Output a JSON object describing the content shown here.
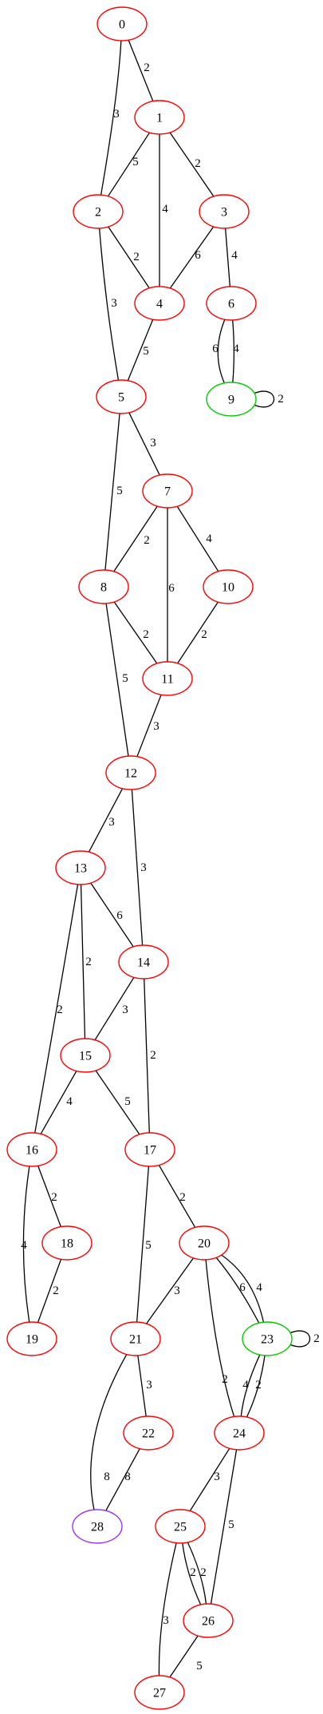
{
  "graph": {
    "colors": {
      "default": "#ff0000",
      "green": "#00cc00",
      "purple": "#9933ff",
      "edge": "#000000"
    },
    "nodes": [
      {
        "id": "0",
        "label": "0",
        "color": "#ff0000"
      },
      {
        "id": "1",
        "label": "1",
        "color": "#ff0000"
      },
      {
        "id": "2",
        "label": "2",
        "color": "#ff0000"
      },
      {
        "id": "3",
        "label": "3",
        "color": "#ff0000"
      },
      {
        "id": "4",
        "label": "4",
        "color": "#ff0000"
      },
      {
        "id": "5",
        "label": "5",
        "color": "#ff0000"
      },
      {
        "id": "6",
        "label": "6",
        "color": "#ff0000"
      },
      {
        "id": "7",
        "label": "7",
        "color": "#ff0000"
      },
      {
        "id": "8",
        "label": "8",
        "color": "#ff0000"
      },
      {
        "id": "9",
        "label": "9",
        "color": "#00cc00"
      },
      {
        "id": "10",
        "label": "10",
        "color": "#ff0000"
      },
      {
        "id": "11",
        "label": "11",
        "color": "#ff0000"
      },
      {
        "id": "12",
        "label": "12",
        "color": "#ff0000"
      },
      {
        "id": "13",
        "label": "13",
        "color": "#ff0000"
      },
      {
        "id": "14",
        "label": "14",
        "color": "#ff0000"
      },
      {
        "id": "15",
        "label": "15",
        "color": "#ff0000"
      },
      {
        "id": "16",
        "label": "16",
        "color": "#ff0000"
      },
      {
        "id": "17",
        "label": "17",
        "color": "#ff0000"
      },
      {
        "id": "18",
        "label": "18",
        "color": "#ff0000"
      },
      {
        "id": "19",
        "label": "19",
        "color": "#ff0000"
      },
      {
        "id": "20",
        "label": "20",
        "color": "#ff0000"
      },
      {
        "id": "21",
        "label": "21",
        "color": "#ff0000"
      },
      {
        "id": "22",
        "label": "22",
        "color": "#ff0000"
      },
      {
        "id": "23",
        "label": "23",
        "color": "#00cc00"
      },
      {
        "id": "24",
        "label": "24",
        "color": "#ff0000"
      },
      {
        "id": "25",
        "label": "25",
        "color": "#ff0000"
      },
      {
        "id": "26",
        "label": "26",
        "color": "#ff0000"
      },
      {
        "id": "27",
        "label": "27",
        "color": "#ff0000"
      },
      {
        "id": "28",
        "label": "28",
        "color": "#9933ff"
      }
    ],
    "edges": [
      {
        "from": "0",
        "to": "1",
        "weight": "2"
      },
      {
        "from": "0",
        "to": "2",
        "weight": "3"
      },
      {
        "from": "1",
        "to": "2",
        "weight": "5"
      },
      {
        "from": "1",
        "to": "3",
        "weight": "2"
      },
      {
        "from": "1",
        "to": "4",
        "weight": "4"
      },
      {
        "from": "2",
        "to": "4",
        "weight": "2"
      },
      {
        "from": "2",
        "to": "5",
        "weight": "3"
      },
      {
        "from": "3",
        "to": "4",
        "weight": "6"
      },
      {
        "from": "3",
        "to": "6",
        "weight": "4"
      },
      {
        "from": "4",
        "to": "5",
        "weight": "5"
      },
      {
        "from": "6",
        "to": "9",
        "weight": "6"
      },
      {
        "from": "6",
        "to": "9",
        "weight": "4"
      },
      {
        "from": "9",
        "to": "9",
        "weight": "2"
      },
      {
        "from": "5",
        "to": "7",
        "weight": "3"
      },
      {
        "from": "5",
        "to": "8",
        "weight": "5"
      },
      {
        "from": "7",
        "to": "8",
        "weight": "2"
      },
      {
        "from": "7",
        "to": "10",
        "weight": "4"
      },
      {
        "from": "7",
        "to": "11",
        "weight": "6"
      },
      {
        "from": "8",
        "to": "11",
        "weight": "2"
      },
      {
        "from": "8",
        "to": "12",
        "weight": "5"
      },
      {
        "from": "10",
        "to": "11",
        "weight": "2"
      },
      {
        "from": "11",
        "to": "12",
        "weight": "3"
      },
      {
        "from": "12",
        "to": "13",
        "weight": "3"
      },
      {
        "from": "12",
        "to": "14",
        "weight": "3"
      },
      {
        "from": "13",
        "to": "14",
        "weight": "6"
      },
      {
        "from": "13",
        "to": "15",
        "weight": "2"
      },
      {
        "from": "13",
        "to": "16",
        "weight": "2"
      },
      {
        "from": "14",
        "to": "15",
        "weight": "3"
      },
      {
        "from": "14",
        "to": "17",
        "weight": "2"
      },
      {
        "from": "15",
        "to": "16",
        "weight": "4"
      },
      {
        "from": "15",
        "to": "17",
        "weight": "5"
      },
      {
        "from": "16",
        "to": "18",
        "weight": "2"
      },
      {
        "from": "16",
        "to": "19",
        "weight": "4"
      },
      {
        "from": "18",
        "to": "19",
        "weight": "2"
      },
      {
        "from": "17",
        "to": "20",
        "weight": "2"
      },
      {
        "from": "17",
        "to": "21",
        "weight": "5"
      },
      {
        "from": "20",
        "to": "21",
        "weight": "3"
      },
      {
        "from": "20",
        "to": "23",
        "weight": "6"
      },
      {
        "from": "20",
        "to": "23",
        "weight": "4"
      },
      {
        "from": "20",
        "to": "24",
        "weight": "2"
      },
      {
        "from": "23",
        "to": "23",
        "weight": "2"
      },
      {
        "from": "23",
        "to": "24",
        "weight": "4"
      },
      {
        "from": "23",
        "to": "24",
        "weight": "2"
      },
      {
        "from": "21",
        "to": "22",
        "weight": "3"
      },
      {
        "from": "21",
        "to": "28",
        "weight": "8"
      },
      {
        "from": "22",
        "to": "28",
        "weight": "8"
      },
      {
        "from": "24",
        "to": "25",
        "weight": "3"
      },
      {
        "from": "24",
        "to": "26",
        "weight": "5"
      },
      {
        "from": "25",
        "to": "26",
        "weight": "2"
      },
      {
        "from": "25",
        "to": "26",
        "weight": "2"
      },
      {
        "from": "25",
        "to": "27",
        "weight": "3"
      },
      {
        "from": "26",
        "to": "27",
        "weight": "5"
      }
    ]
  }
}
